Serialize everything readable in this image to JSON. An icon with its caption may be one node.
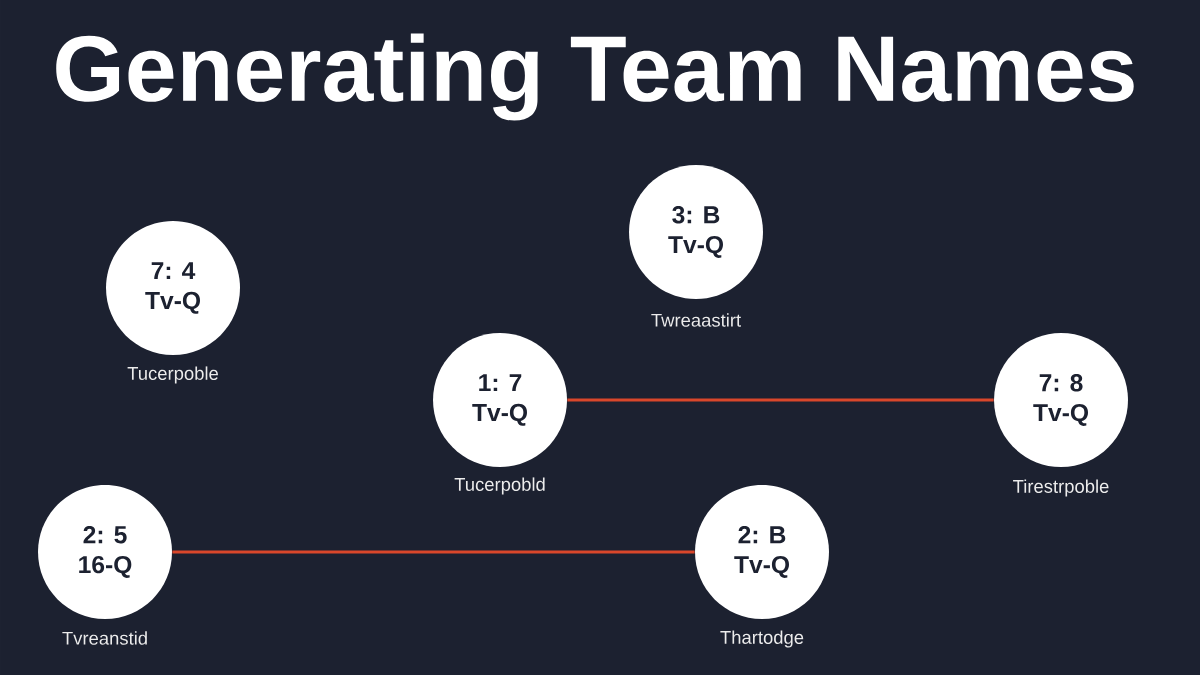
{
  "diagram": {
    "title": "Generating Team Names",
    "nodes": [
      {
        "text": [
          "7: 4",
          "Tv-Q"
        ],
        "beside": [
          "Tucerpoble"
        ]
      },
      {
        "text": [
          "3: B",
          "Tv-Q"
        ],
        "beside": [
          "Twreaastirt"
        ]
      },
      {
        "text": [
          "1: 7",
          "Tv-Q"
        ],
        "beside": [
          "Tucerpobld"
        ]
      },
      {
        "text": [
          "7: 8",
          "Tv-Q"
        ],
        "beside": [
          "Tirestrpoble"
        ]
      },
      {
        "text": [
          "2: 5",
          "16-Q"
        ],
        "beside": [
          "Tvreanstid"
        ]
      },
      {
        "text": [
          "2: B",
          "Tv-Q"
        ],
        "beside": [
          "Thartodge"
        ]
      }
    ],
    "edges": [
      {
        "from": 2,
        "to": 3,
        "arrow": "none"
      },
      {
        "from": 4,
        "to": 5,
        "arrow": "none"
      }
    ]
  }
}
